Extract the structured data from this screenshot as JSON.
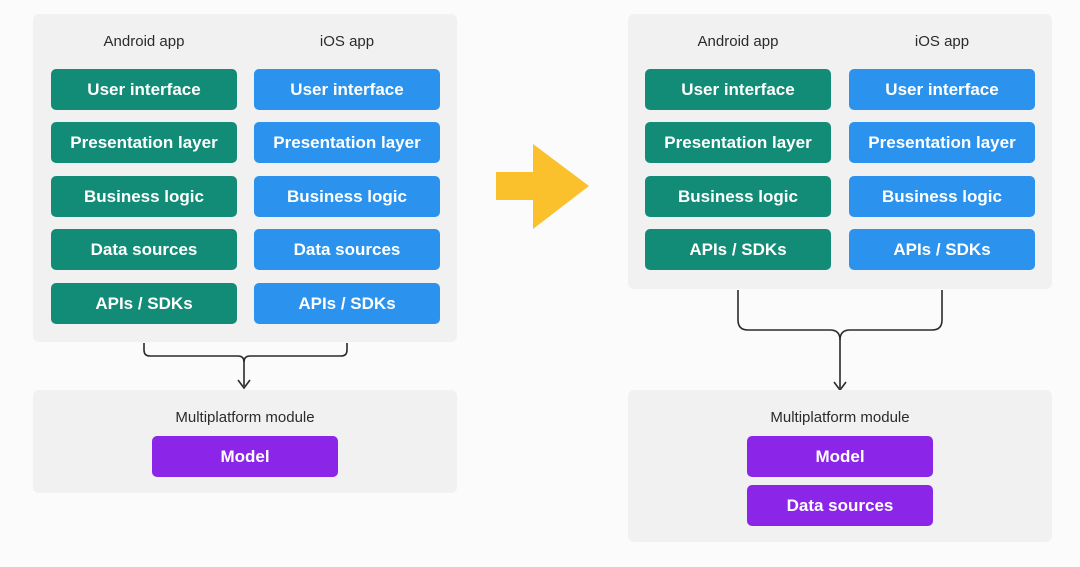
{
  "before": {
    "android_label": "Android app",
    "ios_label": "iOS app",
    "android_layers": [
      "User interface",
      "Presentation layer",
      "Business logic",
      "Data sources",
      "APIs / SDKs"
    ],
    "ios_layers": [
      "User interface",
      "Presentation layer",
      "Business logic",
      "Data sources",
      "APIs / SDKs"
    ],
    "module_title": "Multiplatform module",
    "module_blocks": [
      "Model"
    ]
  },
  "after": {
    "android_label": "Android app",
    "ios_label": "iOS app",
    "android_layers": [
      "User interface",
      "Presentation layer",
      "Business logic",
      "APIs / SDKs"
    ],
    "ios_layers": [
      "User interface",
      "Presentation layer",
      "Business logic",
      "APIs / SDKs"
    ],
    "module_title": "Multiplatform module",
    "module_blocks": [
      "Model",
      "Data sources"
    ]
  },
  "colors": {
    "android": "#128c76",
    "ios": "#2b93ed",
    "shared": "#8b26e8",
    "arrow": "#fbc12d",
    "panel": "#f1f1f2",
    "connector": "#2b2b2b"
  },
  "icons": {
    "transition_arrow": "right-arrow-icon"
  }
}
